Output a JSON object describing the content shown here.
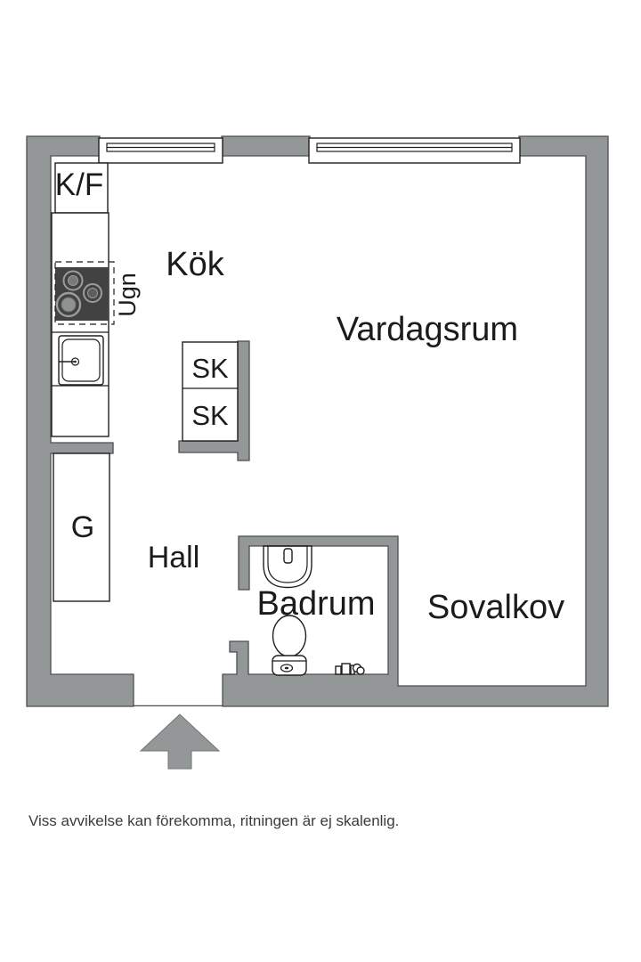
{
  "floor_plan": {
    "labels": {
      "kitchen": "Kök",
      "living_room": "Vardagsrum",
      "hall": "Hall",
      "bathroom": "Badrum",
      "sleeping_alcove": "Sovalkov",
      "fridge_freezer": "K/F",
      "oven": "Ugn",
      "cabinet_upper": "SK",
      "cabinet_lower": "SK",
      "wardrobe": "G"
    },
    "disclaimer": "Viss avvikelse kan förekomma, ritningen är ej skalenlig.",
    "icons": [
      "entrance-arrow",
      "window",
      "stove-burners",
      "kitchen-sink",
      "washbasin",
      "toilet",
      "washer-valve"
    ],
    "colors": {
      "wall": "#949798",
      "wall_outline": "#4c4e50",
      "line": "#1f1f1f",
      "text": "#1b1b1b",
      "stove": "#424242",
      "background": "#ffffff",
      "disclaimer_text": "#3b3b3b"
    }
  }
}
